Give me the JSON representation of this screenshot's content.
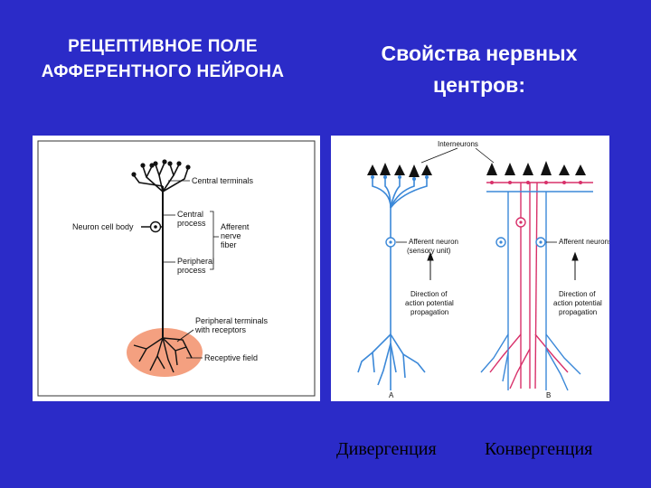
{
  "slide": {
    "title_left": "РЕЦЕПТИВНОЕ ПОЛЕ АФФЕРЕНТНОГО НЕЙРОНА",
    "title_right": "Свойства нервных центров:",
    "caption_left": "Дивергенция",
    "caption_right": "Конвергенция"
  },
  "diagram_left": {
    "central_terminals": "Central terminals",
    "neuron_cell_body": "Neuron cell body",
    "central_process_1": "Central",
    "central_process_2": "process",
    "afferent_1": "Afferent",
    "afferent_2": "nerve",
    "afferent_3": "fiber",
    "peripheral_process_1": "Peripheral",
    "peripheral_process_2": "process",
    "peripheral_terminals_1": "Peripheral terminals",
    "peripheral_terminals_2": "with receptors",
    "receptive_field": "Receptive field"
  },
  "diagram_right": {
    "interneurons": "Interneurons",
    "afferent_neuron_1": "Afferent neuron",
    "afferent_neuron_2": "(sensory unit)",
    "afferent_neurons": "Afferent neurons",
    "direction_1": "Direction of",
    "direction_2": "action potential",
    "direction_3": "propagation",
    "label_a": "A",
    "label_b": "B"
  },
  "colors": {
    "background": "#2b2bc8",
    "receptive_field": "#f4a080",
    "blue_neuron": "#3b88d8",
    "red_neuron": "#d8306a"
  }
}
